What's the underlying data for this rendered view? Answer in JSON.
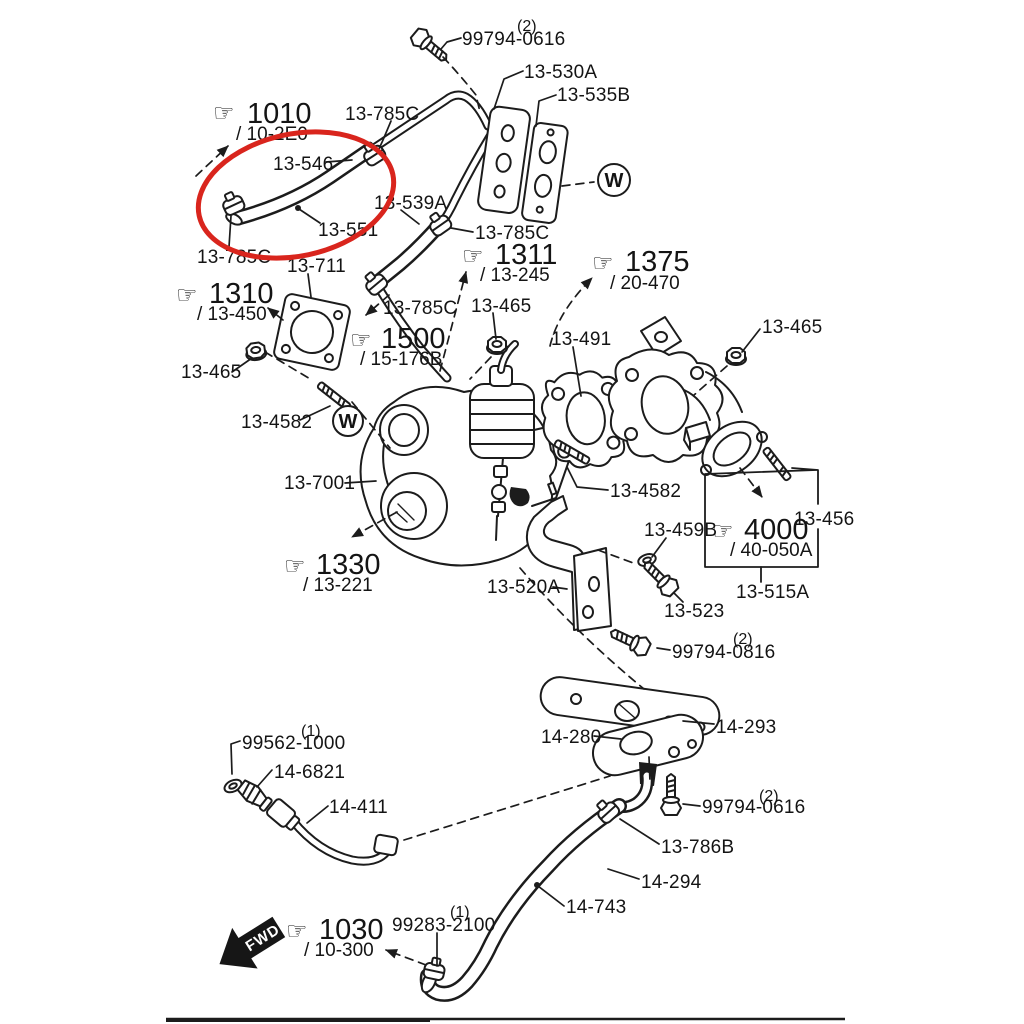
{
  "diagram": {
    "type": "exploded-parts-diagram",
    "subject": "turbocharger-and-exhaust-piping",
    "highlight": {
      "color": "#d9251d",
      "circled_parts": [
        "13-546",
        "13-551"
      ]
    }
  },
  "icons": {
    "section_marker": "☞"
  },
  "labels": {
    "w": "W",
    "fwd": "FWD",
    "qty1": "(1)",
    "qty2": "(2)",
    "b99794_0616": "99794-0616",
    "b99794_0816": "99794-0816",
    "b99562_1000": "99562-1000",
    "b99283_2100": "99283-2100",
    "c13_530A": "13-530A",
    "c13_535B": "13-535B",
    "c13_785C": "13-785C",
    "c13_546": "13-546",
    "c13_551": "13-551",
    "c13_539A": "13-539A",
    "c13_711": "13-711",
    "c13_465": "13-465",
    "c13_491": "13-491",
    "c13_4582": "13-4582",
    "c13_7001": "13-7001",
    "c13_456": "13-456",
    "c13_459B": "13-459B",
    "c13_520A": "13-520A",
    "c13_523": "13-523",
    "c13_515A": "13-515A",
    "c14_293": "14-293",
    "c14_280": "14-280",
    "c14_6821": "14-6821",
    "c14_411": "14-411",
    "c13_786B": "13-786B",
    "c14_294": "14-294",
    "c14_743": "14-743"
  },
  "sections": {
    "s1010": {
      "num": "1010",
      "sub": "/ 10-2E0"
    },
    "s1310": {
      "num": "1310",
      "sub": "/ 13-450"
    },
    "s1311": {
      "num": "1311",
      "sub": "/ 13-245"
    },
    "s1375": {
      "num": "1375",
      "sub": "/ 20-470"
    },
    "s1500": {
      "num": "1500",
      "sub": "/ 15-176B"
    },
    "s1330": {
      "num": "1330",
      "sub": "/ 13-221"
    },
    "s4000": {
      "num": "4000",
      "sub": "/ 40-050A"
    },
    "s1030": {
      "num": "1030",
      "sub": "/ 10-300"
    }
  }
}
